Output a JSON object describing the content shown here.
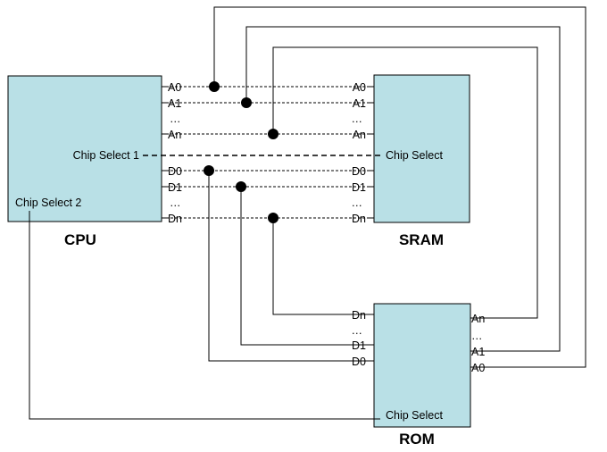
{
  "chips": {
    "cpu": {
      "name": "CPU",
      "chip_select_1": "Chip Select 1",
      "chip_select_2": "Chip Select 2"
    },
    "sram": {
      "name": "SRAM",
      "chip_select": "Chip Select"
    },
    "rom": {
      "name": "ROM",
      "chip_select": "Chip Select"
    }
  },
  "pins": {
    "a0": "A0",
    "a1": "A1",
    "ellipsis": "…",
    "an": "An",
    "d0": "D0",
    "d1": "D1",
    "dn": "Dn"
  },
  "colors": {
    "chip_fill": "#b9e0e6",
    "line": "#000000"
  }
}
